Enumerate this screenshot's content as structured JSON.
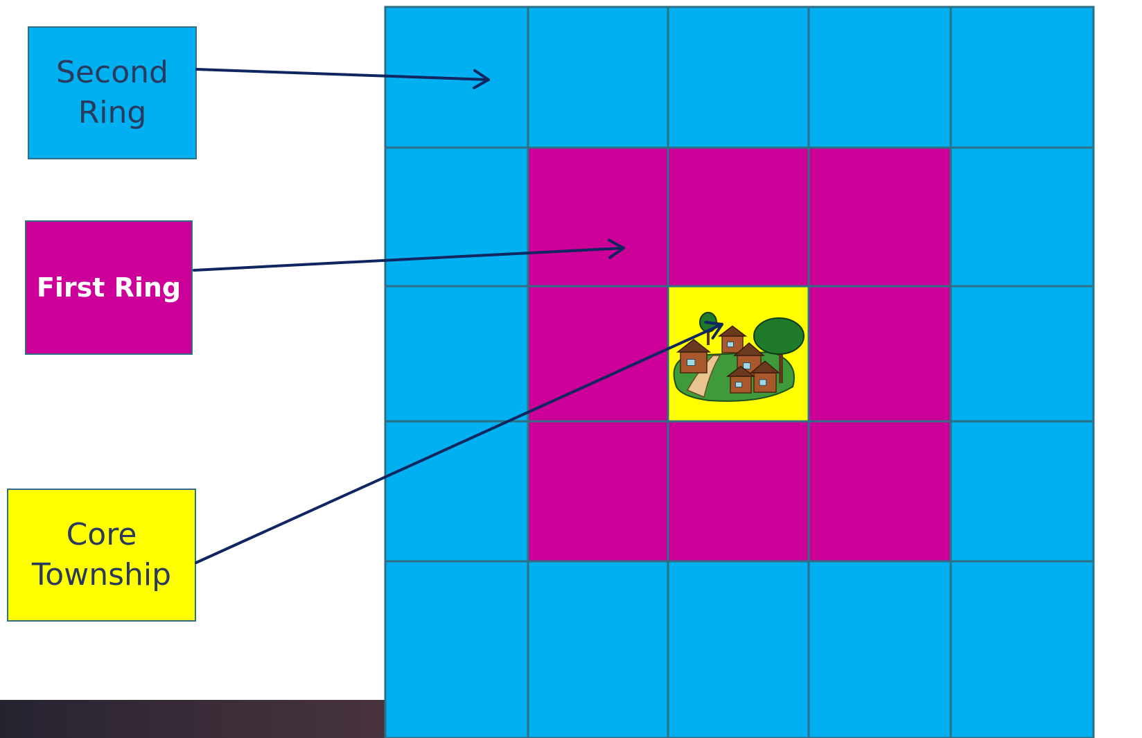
{
  "colors": {
    "second_ring": "#00B0F0",
    "first_ring": "#CC0099",
    "core": "#FFFF00",
    "grid_line": "#2E6F86",
    "arrow": "#0F2660"
  },
  "labels": {
    "second_ring": [
      "Second",
      "Ring"
    ],
    "first_ring": "First Ring",
    "core": [
      "Core",
      "Township"
    ]
  },
  "grid": {
    "rows": 5,
    "cols": 5,
    "cells": [
      [
        "second",
        "second",
        "second",
        "second",
        "second"
      ],
      [
        "second",
        "first",
        "first",
        "first",
        "second"
      ],
      [
        "second",
        "first",
        "core",
        "first",
        "second"
      ],
      [
        "second",
        "first",
        "first",
        "first",
        "second"
      ],
      [
        "second",
        "second",
        "second",
        "second",
        "second"
      ]
    ]
  },
  "core_icon": "village-clipart-icon"
}
